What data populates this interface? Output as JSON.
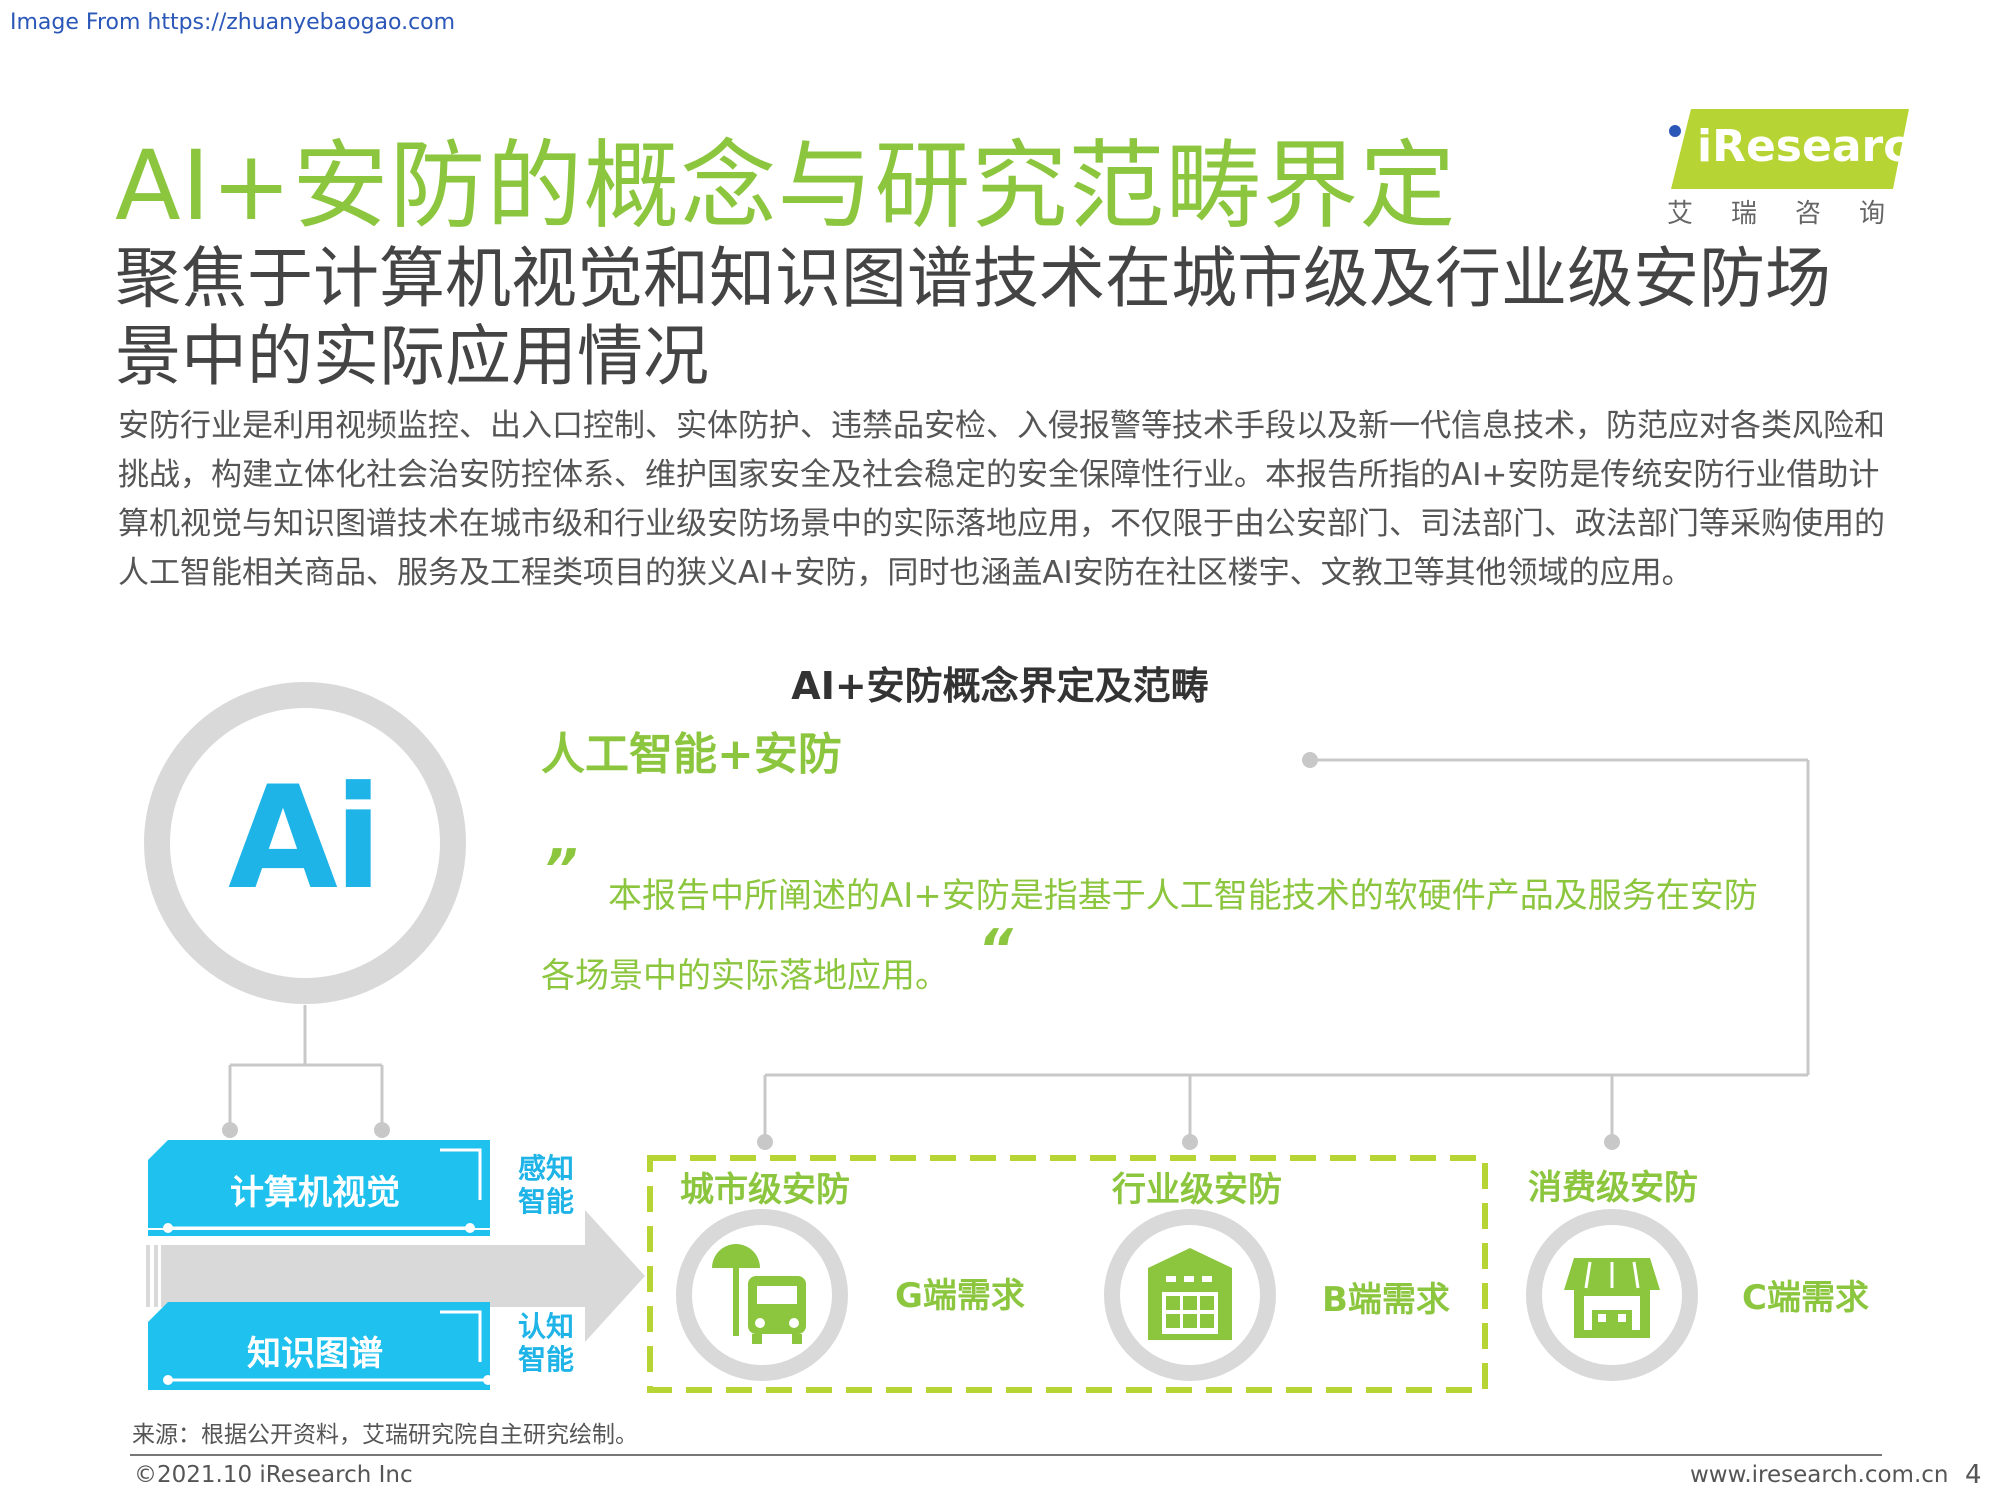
{
  "source_url": "Image From https://zhuanyebaogao.com",
  "title": "AI+安防的概念与研究范畴界定",
  "logo": {
    "brand": "iResearch",
    "cn_name": "艾瑞咨询"
  },
  "subtitle": "聚焦于计算机视觉和知识图谱技术在城市级及行业级安防场景中的实际应用情况",
  "body_text": "安防行业是利用视频监控、出入口控制、实体防护、违禁品安检、入侵报警等技术手段以及新一代信息技术，防范应对各类风险和挑战，构建立体化社会治安防控体系、维护国家安全及社会稳定的安全保障性行业。本报告所指的AI+安防是传统安防行业借助计算机视觉与知识图谱技术在城市级和行业级安防场景中的实际落地应用，不仅限于由公安部门、司法部门、政法部门等采购使用的人工智能相关商品、服务及工程类项目的狭义AI+安防，同时也涵盖AI安防在社区楼宇、文教卫等其他领域的应用。",
  "diagram": {
    "title": "AI+安防概念界定及范畴",
    "ai_logo": "Ai",
    "ai_security_label": "人工智能+安防",
    "quote_open": "”",
    "quote_close": "“",
    "quote_line1": "本报告中所阐述的AI+安防是指基于人工智能技术的软硬件产品及服务在安防",
    "quote_line2": "各场景中的实际落地应用。",
    "technologies": [
      {
        "label": "计算机视觉",
        "side_label_1": "感知",
        "side_label_2": "智能"
      },
      {
        "label": "知识图谱",
        "side_label_1": "认知",
        "side_label_2": "智能"
      }
    ],
    "scenes": [
      {
        "label": "城市级安防",
        "demand": "G端需求",
        "icon": "city-bus-icon"
      },
      {
        "label": "行业级安防",
        "demand": "B端需求",
        "icon": "building-icon"
      },
      {
        "label": "消费级安防",
        "demand": "C端需求",
        "icon": "storefront-icon"
      }
    ],
    "colors": {
      "green": "#8cc63f",
      "blue": "#1fb4e8",
      "grey": "#d9d9d9"
    }
  },
  "footnote": "来源：根据公开资料，艾瑞研究院自主研究绘制。",
  "copyright": "©2021.10 iResearch Inc",
  "site_url": "www.iresearch.com.cn",
  "page_number": "4"
}
